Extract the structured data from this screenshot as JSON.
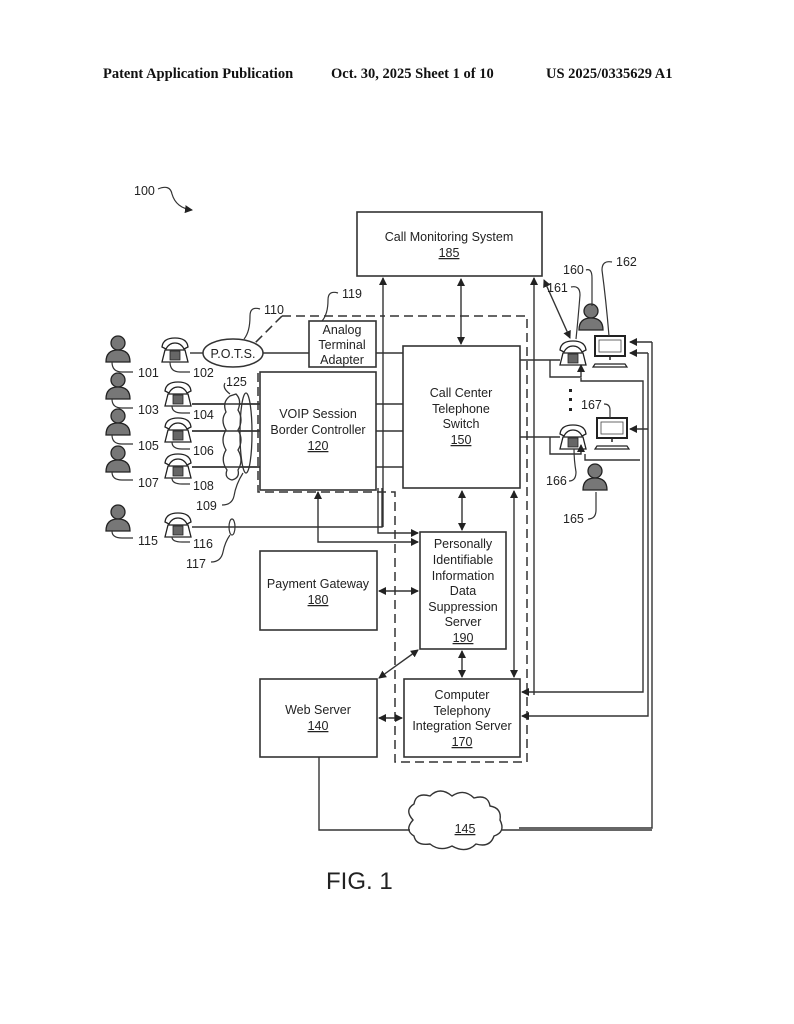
{
  "header": {
    "publication": "Patent Application Publication",
    "date_sheet": "Oct. 30, 2025  Sheet 1 of 10",
    "number": "US 2025/0335629 A1"
  },
  "figure": {
    "system_ref": "100",
    "caption": "FIG. 1",
    "blocks": {
      "call_monitoring": {
        "lines": [
          "Call Monitoring System"
        ],
        "ref": "185"
      },
      "ata": {
        "lines": [
          "Analog",
          "Terminal",
          "Adapter"
        ],
        "ref": "119"
      },
      "voip_sbc": {
        "lines": [
          "VOIP Session",
          "Border Controller"
        ],
        "ref": "120"
      },
      "switch": {
        "lines": [
          "Call Center",
          "Telephone",
          "Switch"
        ],
        "ref": "150"
      },
      "pii_server": {
        "lines": [
          "Personally",
          "Identifiable",
          "Information",
          "Data",
          "Suppression",
          "Server"
        ],
        "ref": "190"
      },
      "payment_gateway": {
        "lines": [
          "Payment Gateway"
        ],
        "ref": "180"
      },
      "web_server": {
        "lines": [
          "Web Server"
        ],
        "ref": "140"
      },
      "cti_server": {
        "lines": [
          "Computer",
          "Telephony",
          "Integration Server"
        ],
        "ref": "170"
      }
    },
    "pots": {
      "label": "P.O.T.S.",
      "ref": "110"
    },
    "network_cloud": {
      "ref": "145"
    },
    "voip_cloud": {
      "ref": "125"
    },
    "trunk_refs": {
      "bundle": "109",
      "single": "117"
    },
    "callers": [
      {
        "person": "101",
        "phone": "102"
      },
      {
        "person": "103",
        "phone": "104"
      },
      {
        "person": "105",
        "phone": "106"
      },
      {
        "person": "107",
        "phone": "108"
      },
      {
        "person": "115",
        "phone": "116"
      }
    ],
    "agents": [
      {
        "agent": "160",
        "phone": "161",
        "workstation": "162"
      },
      {
        "agent": "165",
        "phone": "166",
        "workstation": "167"
      }
    ]
  }
}
